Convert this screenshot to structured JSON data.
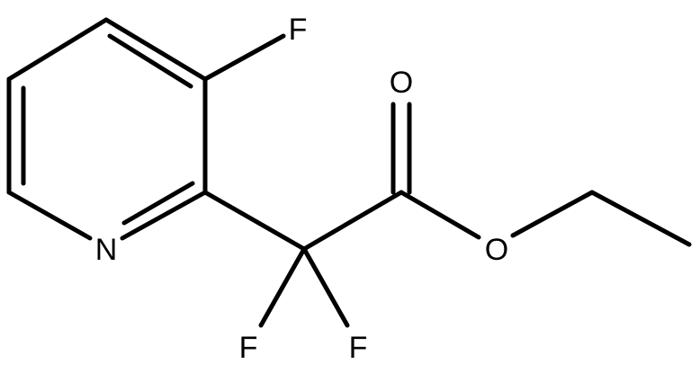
{
  "molecule": {
    "atoms": {
      "nitrogen": "N",
      "fluorine_ring": "F",
      "carbonyl_oxygen": "O",
      "ester_oxygen": "O",
      "fluorine_left": "F",
      "fluorine_right": "F"
    },
    "colors": {
      "bond": "#000000",
      "label": "#000000",
      "background": "#ffffff"
    }
  }
}
